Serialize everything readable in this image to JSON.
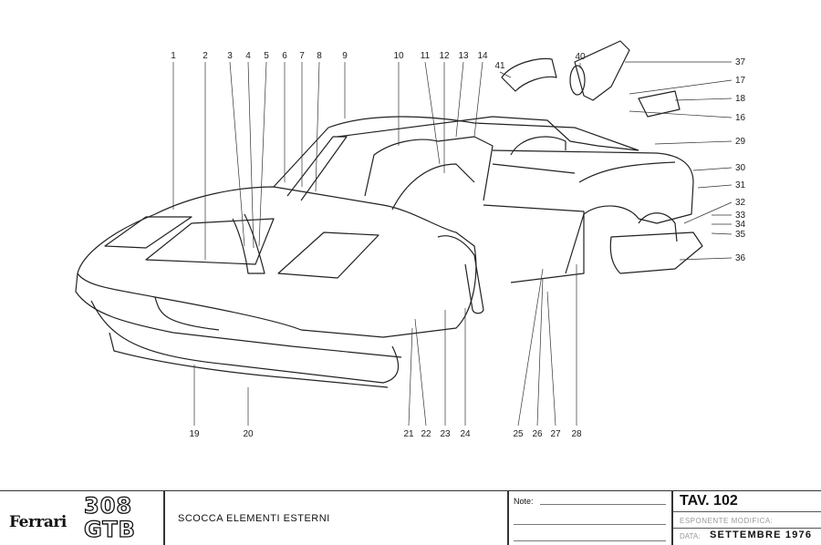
{
  "diagram": {
    "callouts": [
      "1",
      "2",
      "3",
      "4",
      "5",
      "6",
      "7",
      "8",
      "9",
      "10",
      "11",
      "12",
      "13",
      "14",
      "16",
      "17",
      "18",
      "19",
      "20",
      "21",
      "22",
      "23",
      "24",
      "25",
      "26",
      "27",
      "28",
      "29",
      "30",
      "31",
      "32",
      "33",
      "34",
      "35",
      "36",
      "37",
      "40",
      "41"
    ]
  },
  "titleblock": {
    "brand": "Ferrari",
    "model_line1": "308",
    "model_line2": "GTB",
    "description": "SCOCCA ELEMENTI ESTERNI",
    "note_label": "Note:",
    "tav": "TAV.  102",
    "esponente_label": "ESPONENTE MODIFICA:",
    "data_label": "DATA:",
    "data_value": "SETTEMBRE 1976"
  }
}
